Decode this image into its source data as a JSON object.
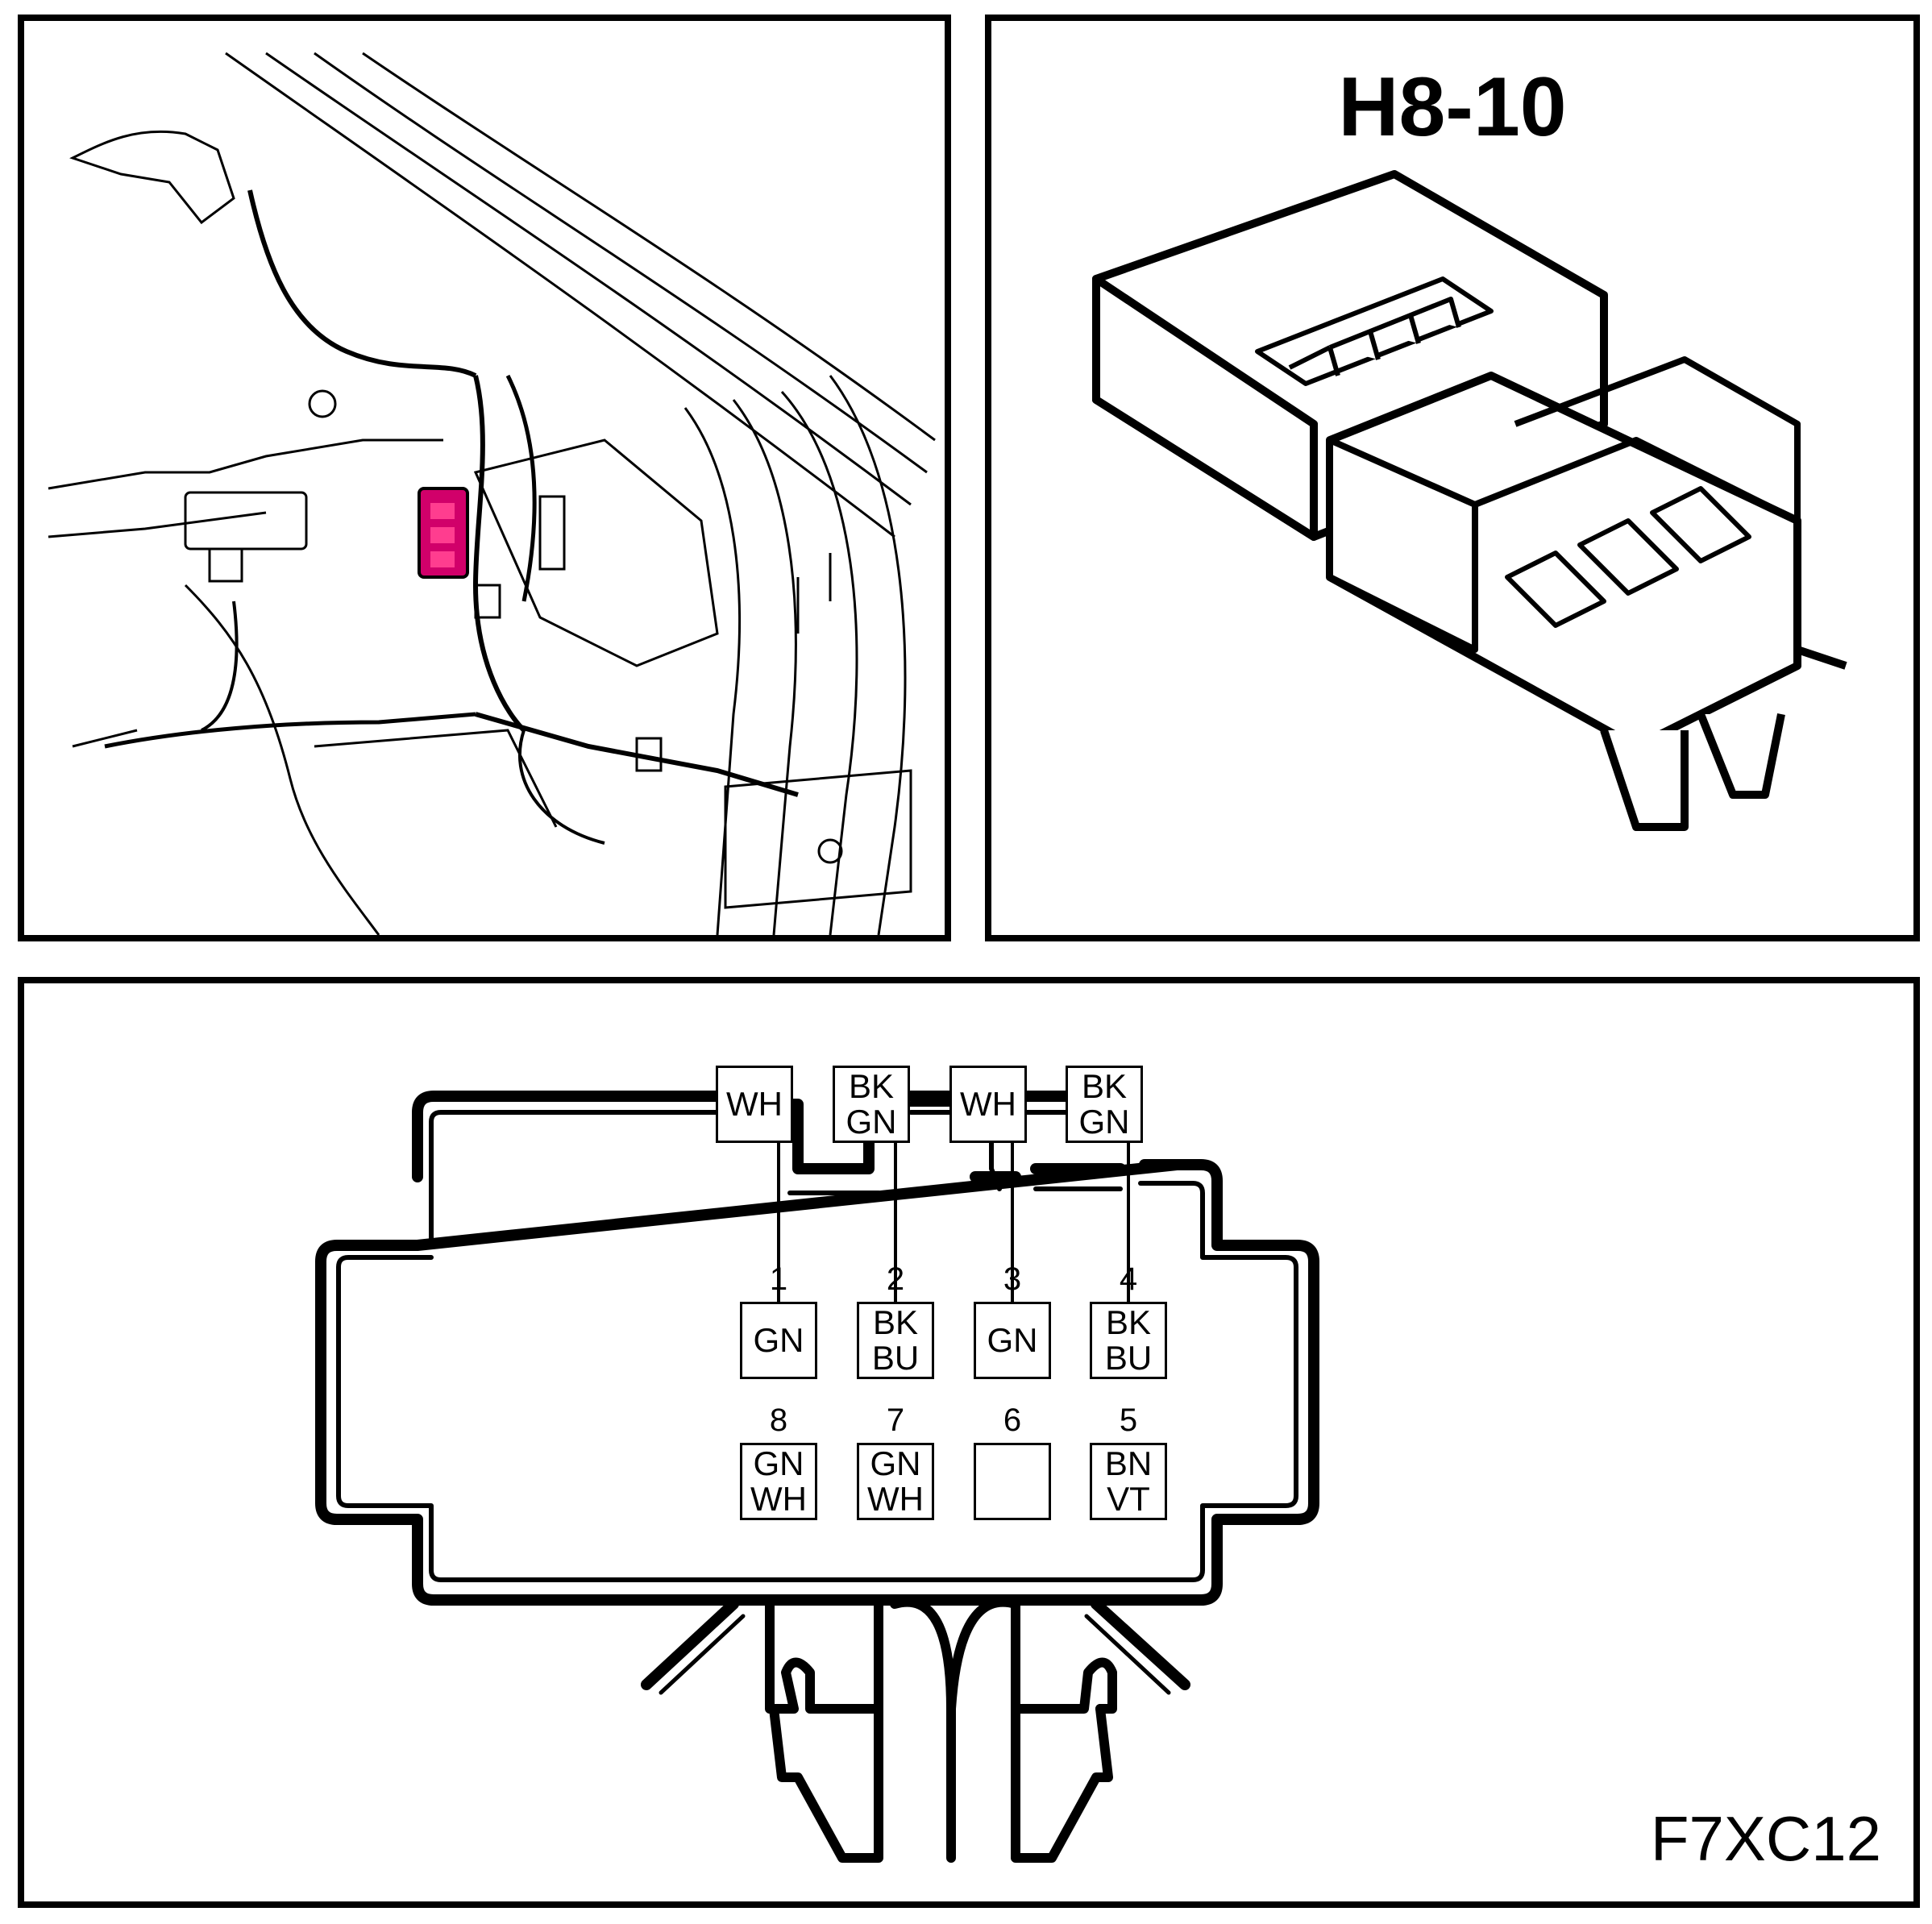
{
  "connector": {
    "id": "H8-10",
    "figure_code": "F7XC12"
  },
  "harness_colors": {
    "connector_body": "#d1006a",
    "connector_highlight": "#ff3d8f"
  },
  "wires": [
    {
      "line1": "WH",
      "line2": ""
    },
    {
      "line1": "BK",
      "line2": "GN"
    },
    {
      "line1": "WH",
      "line2": ""
    },
    {
      "line1": "BK",
      "line2": "GN"
    }
  ],
  "pins_top": [
    {
      "num": "1",
      "line1": "GN",
      "line2": ""
    },
    {
      "num": "2",
      "line1": "BK",
      "line2": "BU"
    },
    {
      "num": "3",
      "line1": "GN",
      "line2": ""
    },
    {
      "num": "4",
      "line1": "BK",
      "line2": "BU"
    }
  ],
  "pins_bottom": [
    {
      "num": "8",
      "line1": "GN",
      "line2": "WH"
    },
    {
      "num": "7",
      "line1": "GN",
      "line2": "WH"
    },
    {
      "num": "6",
      "line1": "",
      "line2": ""
    },
    {
      "num": "5",
      "line1": "BN",
      "line2": "VT"
    }
  ]
}
